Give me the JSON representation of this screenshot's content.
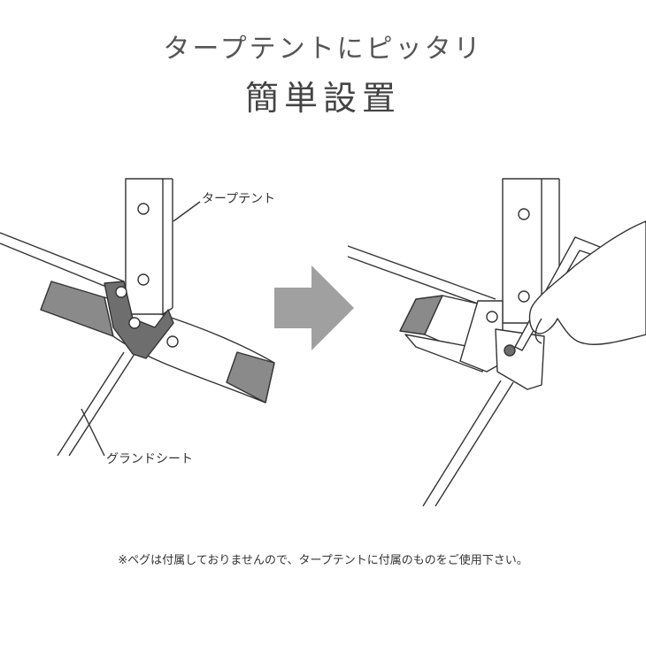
{
  "header": {
    "subtitle": "タープテントにピッタリ",
    "title": "簡単設置"
  },
  "left_figure": {
    "tent_label": "タープテント",
    "sheet_label": "グランドシート"
  },
  "arrow_icon": "right-arrow-icon",
  "right_figure": {
    "tool_icon": "hex-key-icon",
    "hand_icon": "hand-icon"
  },
  "footer": {
    "note": "※ペグは付属しておりませんので、タープテントに付属のものをご使用下さい。"
  },
  "colors": {
    "band": "#8a8a8a",
    "bracket": "#6e6e6e",
    "arrow": "#a0a0a0",
    "line": "#333333"
  }
}
